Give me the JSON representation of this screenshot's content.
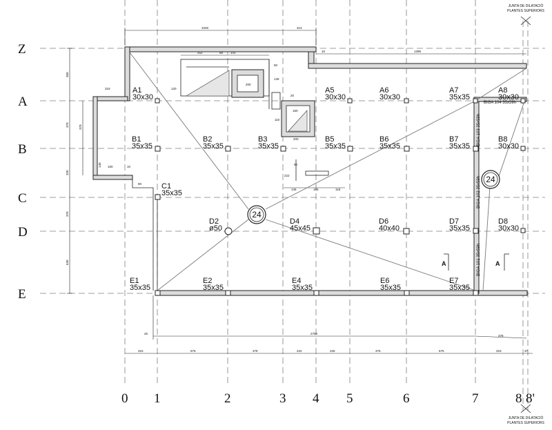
{
  "row_axes": [
    {
      "id": "Z",
      "label": "Z"
    },
    {
      "id": "A",
      "label": "A"
    },
    {
      "id": "B",
      "label": "B"
    },
    {
      "id": "C",
      "label": "C"
    },
    {
      "id": "D",
      "label": "D"
    },
    {
      "id": "E",
      "label": "E"
    }
  ],
  "col_axes": [
    {
      "id": "0",
      "label": "0"
    },
    {
      "id": "1",
      "label": "1"
    },
    {
      "id": "2",
      "label": "2"
    },
    {
      "id": "3",
      "label": "3"
    },
    {
      "id": "4",
      "label": "4"
    },
    {
      "id": "5",
      "label": "5"
    },
    {
      "id": "6",
      "label": "6"
    },
    {
      "id": "7",
      "label": "7"
    },
    {
      "id": "8",
      "label": "8"
    },
    {
      "id": "8p",
      "label": "8'"
    }
  ],
  "columns": [
    {
      "name": "A1",
      "size": "30x30"
    },
    {
      "name": "A5",
      "size": "30x30"
    },
    {
      "name": "A6",
      "size": "30x30"
    },
    {
      "name": "A7",
      "size": "35x35"
    },
    {
      "name": "A8",
      "size": "30x30"
    },
    {
      "name": "B1",
      "size": "35x35"
    },
    {
      "name": "B2",
      "size": "35x35"
    },
    {
      "name": "B3",
      "size": "35x35"
    },
    {
      "name": "B5",
      "size": "35x35"
    },
    {
      "name": "B6",
      "size": "35x35"
    },
    {
      "name": "B7",
      "size": "35x35"
    },
    {
      "name": "B8",
      "size": "30x30"
    },
    {
      "name": "C1",
      "size": "35x35"
    },
    {
      "name": "D2",
      "size": "ø50"
    },
    {
      "name": "D4",
      "size": "45x45"
    },
    {
      "name": "D6",
      "size": "40x40"
    },
    {
      "name": "D7",
      "size": "35x35"
    },
    {
      "name": "D8",
      "size": "30x30"
    },
    {
      "name": "E1",
      "size": "35x35"
    },
    {
      "name": "E2",
      "size": "35x35"
    },
    {
      "name": "E4",
      "size": "35x35"
    },
    {
      "name": "E6",
      "size": "35x35"
    },
    {
      "name": "E7",
      "size": "35x35"
    }
  ],
  "beams": [
    {
      "id": "104",
      "label": "BIGA 104 35x59h"
    },
    {
      "id": "103",
      "label": "BIGA 103 35x59h"
    },
    {
      "id": "102",
      "label": "BIGA 102 35x59h"
    },
    {
      "id": "101",
      "label": "BIGA 101 35x59h"
    }
  ],
  "slab_marks": [
    {
      "id": "left",
      "label": "24"
    },
    {
      "id": "right",
      "label": "24"
    }
  ],
  "section_marks": [
    {
      "id": "s1",
      "label": "A"
    },
    {
      "id": "s2",
      "label": "A"
    }
  ],
  "notes": {
    "top_line1": "JUNTA DE DILATACIÓ",
    "top_line2": "PLANTES SUPERIORS",
    "bottom_line1": "JUNTA DE DILATACIÓ",
    "bottom_line2": "PLANTES SUPERIORS"
  },
  "dims": {
    "top_overall": "1026",
    "top_right_part": "313",
    "top_step": "10",
    "top_right": "1399",
    "overall": "2750",
    "overall_left": "25",
    "overall_right": "378",
    "bay_01": "315",
    "bay_12": "675",
    "bay_23": "378",
    "bay_34": "222",
    "bay_45": "226",
    "bay_56": "376",
    "bay_67": "675",
    "bay_78": "323",
    "bay_88p": "37",
    "left_ZA": "360",
    "left_AB": "370",
    "left_BC": "320",
    "left_CD": "370",
    "left_DE": "630",
    "wing_h": "370",
    "wing_w1": "319",
    "wing_w2": "160",
    "wing_w3": "10",
    "wing_w4": "90",
    "wing_h2": "140",
    "box1": "252",
    "box2": "88",
    "box3": "141",
    "box4": "200",
    "box5": "120",
    "box6": "145",
    "box7": "50",
    "pit1": "20",
    "pit2": "160",
    "pit3": "200",
    "pit4": "110",
    "pit5": "90",
    "pit6": "145",
    "pit7": "165",
    "pit8": "118",
    "pit9": "222"
  }
}
